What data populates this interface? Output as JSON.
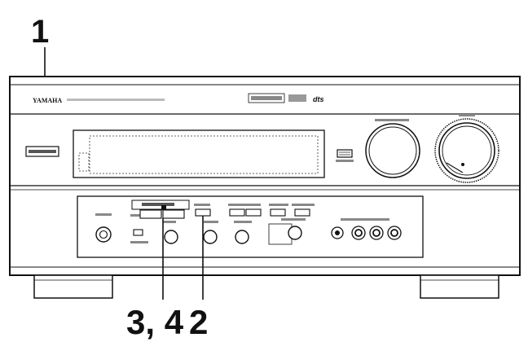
{
  "callouts": {
    "top": "1",
    "bottom_left": "3, 4",
    "bottom_right": "2"
  },
  "brand": "YAMAHA",
  "logo": "dts"
}
